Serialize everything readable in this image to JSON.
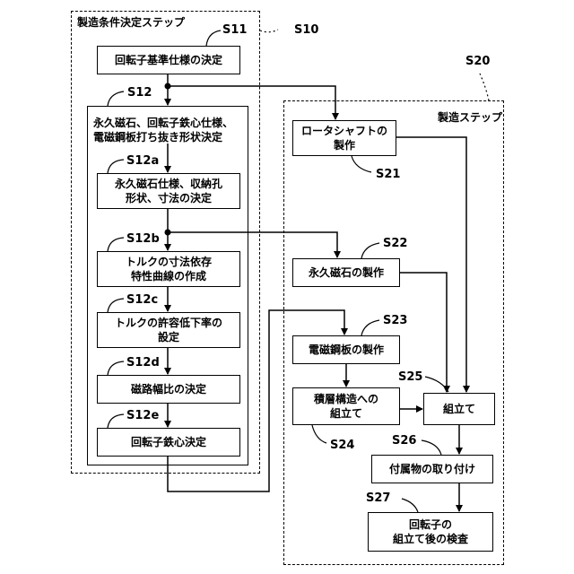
{
  "condition_group": {
    "label": "製造条件決定ステップ",
    "id": "S10"
  },
  "manufacturing_group": {
    "label": "製造ステップ",
    "id": "S20"
  },
  "steps": {
    "s11": {
      "id": "S11",
      "text": "回転子基準仕様の決定"
    },
    "s12": {
      "id": "S12",
      "text": "永久磁石、回転子鉄心仕様、\n電磁鋼板打ち抜き形状決定"
    },
    "s12a": {
      "id": "S12a",
      "text": "永久磁石仕様、収納孔\n形状、寸法の決定"
    },
    "s12b": {
      "id": "S12b",
      "text": "トルクの寸法依存\n特性曲線の作成"
    },
    "s12c": {
      "id": "S12c",
      "text": "トルクの許容低下率の\n設定"
    },
    "s12d": {
      "id": "S12d",
      "text": "磁路幅比の決定"
    },
    "s12e": {
      "id": "S12e",
      "text": "回転子鉄心決定"
    },
    "s21": {
      "id": "S21",
      "text": "ロータシャフトの\n製作"
    },
    "s22": {
      "id": "S22",
      "text": "永久磁石の製作"
    },
    "s23": {
      "id": "S23",
      "text": "電磁鋼板の製作"
    },
    "s24": {
      "id": "S24",
      "text": "積層構造への\n組立て"
    },
    "s25": {
      "id": "S25",
      "text": "組立て"
    },
    "s26": {
      "id": "S26",
      "text": "付属物の取り付け"
    },
    "s27": {
      "id": "S27",
      "text": "回転子の\n組立て後の検査"
    }
  }
}
